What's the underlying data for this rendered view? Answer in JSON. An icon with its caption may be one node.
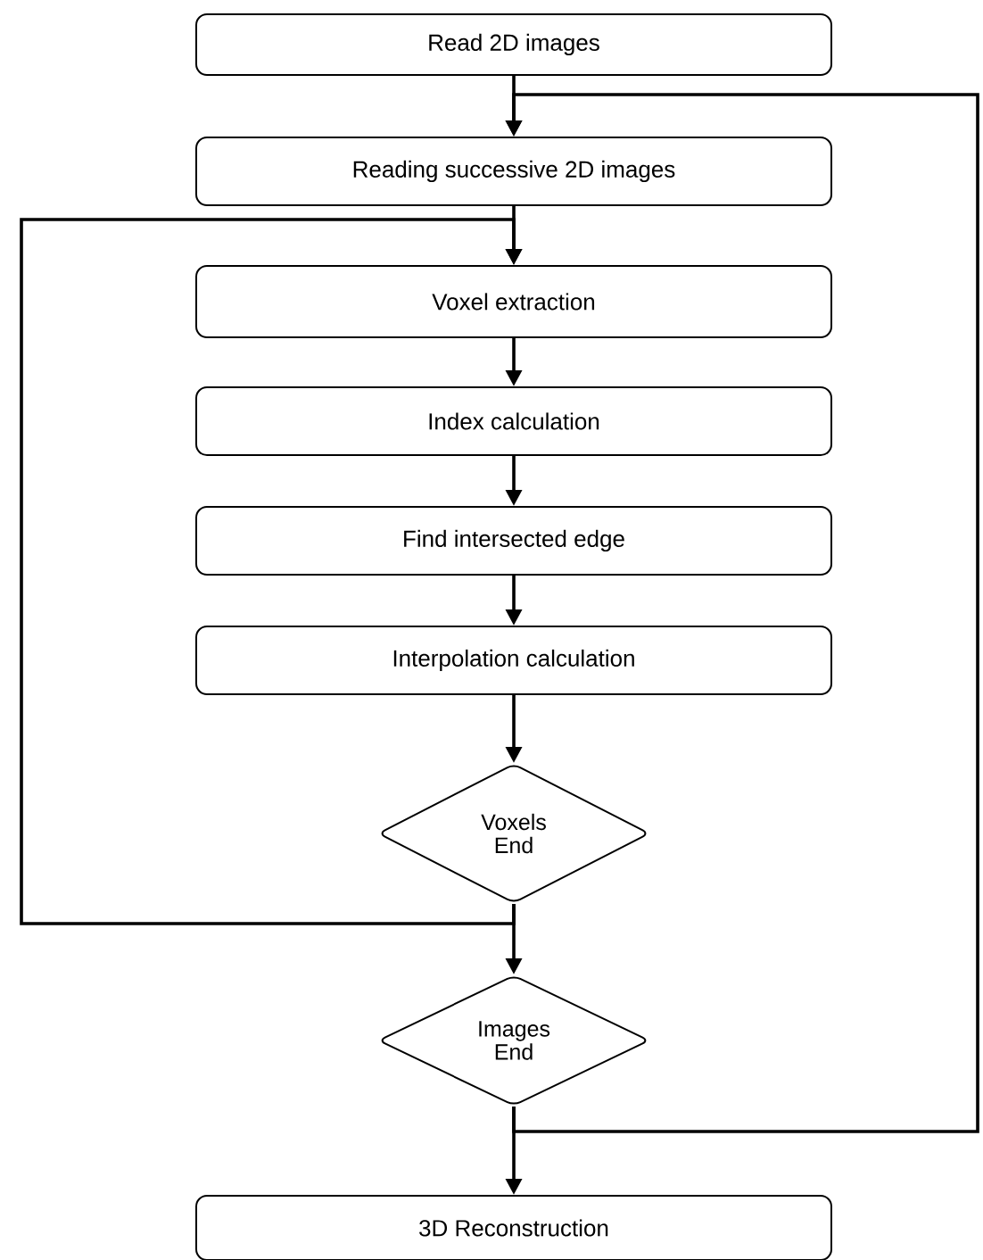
{
  "diagram": {
    "nodes": [
      {
        "text": [
          "Read 2D images"
        ]
      },
      {
        "text": [
          "Reading successive 2D images"
        ]
      },
      {
        "text": [
          "Voxel extraction"
        ]
      },
      {
        "text": [
          "Index calculation"
        ]
      },
      {
        "text": [
          "Find intersected edge"
        ]
      },
      {
        "text": [
          "Interpolation calculation"
        ]
      },
      {
        "text": [
          "Voxels End"
        ]
      },
      {
        "text": [
          "Images End"
        ]
      },
      {
        "text": [
          "3D Reconstruction"
        ]
      }
    ],
    "edges": [
      {
        "from": 0,
        "to": 1,
        "arrow": "to"
      },
      {
        "from": 1,
        "to": 2,
        "arrow": "to"
      },
      {
        "from": 2,
        "to": 3,
        "arrow": "to"
      },
      {
        "from": 3,
        "to": 4,
        "arrow": "to"
      },
      {
        "from": 4,
        "to": 5,
        "arrow": "to"
      },
      {
        "from": 5,
        "to": 6,
        "arrow": "to"
      },
      {
        "from": 6,
        "to": 7,
        "arrow": "to"
      },
      {
        "from": 7,
        "to": 8,
        "arrow": "to"
      },
      {
        "from": 6,
        "to": 2,
        "arrow": "to"
      },
      {
        "from": 7,
        "to": 1,
        "arrow": "to"
      }
    ]
  }
}
